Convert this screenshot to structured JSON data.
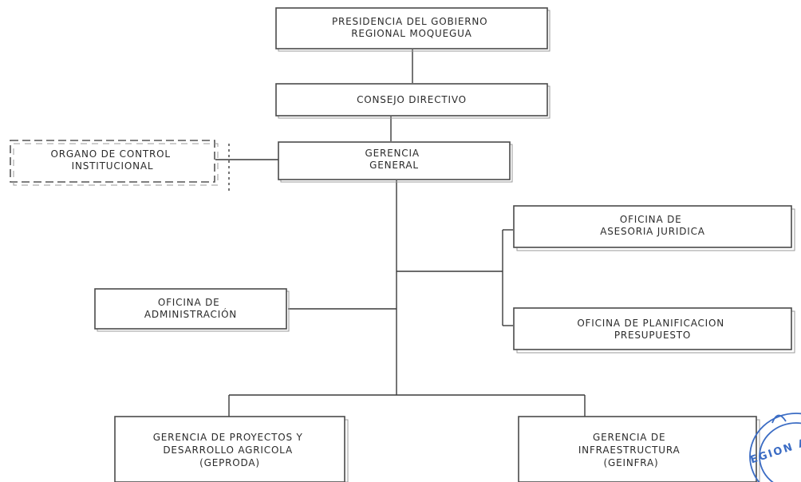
{
  "presidencia": {
    "lines": [
      "PRESIDENCIA DEL GOBIERNO",
      "REGIONAL MOQUEGUA"
    ]
  },
  "consejo": {
    "lines": [
      "CONSEJO DIRECTIVO"
    ]
  },
  "gerencia_general": {
    "lines": [
      "GERENCIA",
      "GENERAL"
    ]
  },
  "organo_control": {
    "lines": [
      "ORGANO DE CONTROL",
      "INSTITUCIONAL"
    ]
  },
  "asesoria": {
    "lines": [
      "OFICINA DE",
      "ASESORIA JURIDICA"
    ]
  },
  "administracion": {
    "lines": [
      "OFICINA DE",
      "ADMINISTRACIÓN"
    ]
  },
  "planificacion": {
    "lines": [
      "OFICINA DE PLANIFICACION",
      "PRESUPUESTO"
    ]
  },
  "geproda": {
    "lines": [
      "GERENCIA DE PROYECTOS Y",
      "DESARROLLO AGRICOLA",
      "(GEPRODA)"
    ]
  },
  "geinfra": {
    "lines": [
      "GERENCIA DE",
      "INFRAESTRUCTURA",
      "(GEINFRA)"
    ]
  },
  "seal": {
    "text": "EGION A A"
  }
}
